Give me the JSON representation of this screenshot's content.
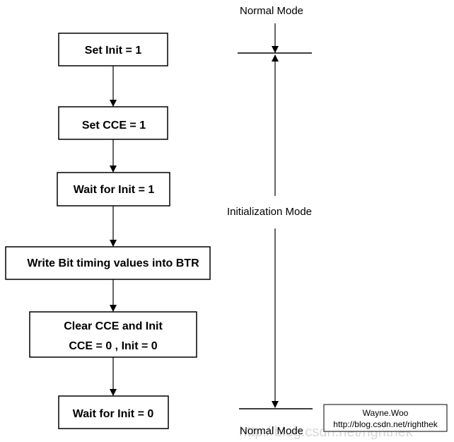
{
  "flowchart": {
    "steps": [
      {
        "lines": [
          "Set Init = 1"
        ]
      },
      {
        "lines": [
          "Set CCE = 1"
        ]
      },
      {
        "lines": [
          "Wait for Init = 1"
        ]
      },
      {
        "lines": [
          "Write Bit timing values into BTR"
        ]
      },
      {
        "lines": [
          "Clear CCE and Init",
          "CCE = 0 , Init = 0"
        ]
      },
      {
        "lines": [
          "Wait for Init = 0"
        ]
      }
    ]
  },
  "timeline": {
    "top_label": "Normal Mode",
    "middle_label": "Initialization Mode",
    "bottom_label": "Normal Mode"
  },
  "watermark": {
    "name": "Wayne.Woo",
    "url": "http://blog.csdn.net/righthek",
    "ghost_text": "http://blog.csdn.net/righthek"
  },
  "colors": {
    "line": "#000000",
    "box_fill": "#ffffff"
  }
}
